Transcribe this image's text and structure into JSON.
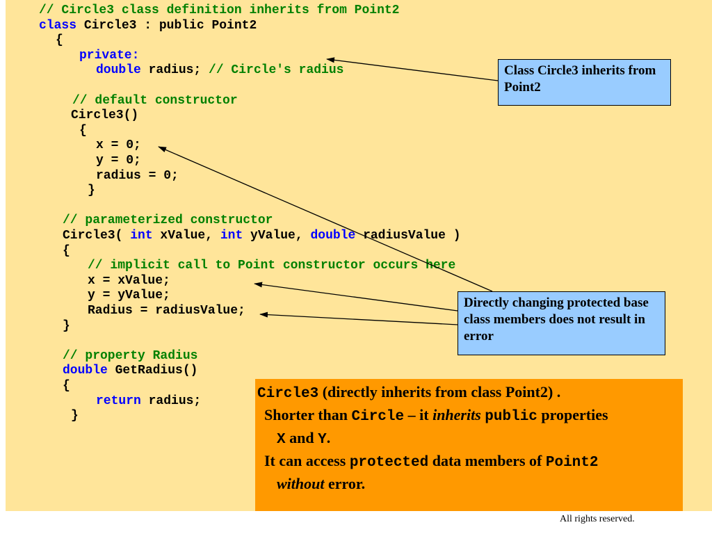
{
  "code": {
    "lines": [
      {
        "indent": 56,
        "parts": [
          {
            "t": "// Circle3 class definition inherits from Point2",
            "c": "cm"
          }
        ]
      },
      {
        "indent": 56,
        "parts": [
          {
            "t": "class",
            "c": "kw"
          },
          {
            "t": " Circle3 : public Point2",
            "c": ""
          }
        ]
      },
      {
        "indent": 80,
        "parts": [
          {
            "t": "{",
            "c": ""
          }
        ]
      },
      {
        "indent": 114,
        "parts": [
          {
            "t": "private:",
            "c": "kw"
          }
        ]
      },
      {
        "indent": 138,
        "parts": [
          {
            "t": "double",
            "c": "kw"
          },
          {
            "t": " radius; ",
            "c": ""
          },
          {
            "t": "// Circle's radius",
            "c": "cm"
          }
        ]
      },
      {
        "indent": 0,
        "parts": []
      },
      {
        "indent": 104,
        "parts": [
          {
            "t": "// default constructor",
            "c": "cm"
          }
        ]
      },
      {
        "indent": 102,
        "parts": [
          {
            "t": "Circle3()",
            "c": ""
          }
        ]
      },
      {
        "indent": 114,
        "parts": [
          {
            "t": "{",
            "c": ""
          }
        ]
      },
      {
        "indent": 138,
        "parts": [
          {
            "t": "x = 0;",
            "c": ""
          }
        ]
      },
      {
        "indent": 138,
        "parts": [
          {
            "t": "y = 0;",
            "c": ""
          }
        ]
      },
      {
        "indent": 138,
        "parts": [
          {
            "t": "radius = 0;",
            "c": ""
          }
        ]
      },
      {
        "indent": 126,
        "parts": [
          {
            "t": "}",
            "c": ""
          }
        ]
      },
      {
        "indent": 0,
        "parts": []
      },
      {
        "indent": 90,
        "parts": [
          {
            "t": "// parameterized constructor",
            "c": "cm"
          }
        ]
      },
      {
        "indent": 90,
        "parts": [
          {
            "t": "Circle3( ",
            "c": ""
          },
          {
            "t": "int",
            "c": "kw"
          },
          {
            "t": " xValue, ",
            "c": ""
          },
          {
            "t": "int",
            "c": "kw"
          },
          {
            "t": " yValue, ",
            "c": ""
          },
          {
            "t": "double",
            "c": "kw"
          },
          {
            "t": " radiusValue )",
            "c": ""
          }
        ]
      },
      {
        "indent": 90,
        "parts": [
          {
            "t": "{",
            "c": ""
          }
        ]
      },
      {
        "indent": 126,
        "parts": [
          {
            "t": "// implicit call to Point constructor occurs here",
            "c": "cm"
          }
        ]
      },
      {
        "indent": 126,
        "parts": [
          {
            "t": "x = xValue;",
            "c": ""
          }
        ]
      },
      {
        "indent": 126,
        "parts": [
          {
            "t": "y = yValue;",
            "c": ""
          }
        ]
      },
      {
        "indent": 126,
        "parts": [
          {
            "t": "Radius = radiusValue;",
            "c": ""
          }
        ]
      },
      {
        "indent": 90,
        "parts": [
          {
            "t": "}",
            "c": ""
          }
        ]
      },
      {
        "indent": 0,
        "parts": []
      },
      {
        "indent": 90,
        "parts": [
          {
            "t": "// property Radius",
            "c": "cm"
          }
        ]
      },
      {
        "indent": 90,
        "parts": [
          {
            "t": "double",
            "c": "kw"
          },
          {
            "t": " GetRadius()",
            "c": ""
          }
        ]
      },
      {
        "indent": 90,
        "parts": [
          {
            "t": "{",
            "c": ""
          }
        ]
      },
      {
        "indent": 138,
        "parts": [
          {
            "t": "return",
            "c": "kw"
          },
          {
            "t": " radius;",
            "c": ""
          }
        ]
      },
      {
        "indent": 102,
        "parts": [
          {
            "t": "}",
            "c": ""
          }
        ]
      }
    ]
  },
  "callouts": {
    "inherits": "Class Circle3 inherits from Point2",
    "protected": "Directly changing protected base class members does not result in error"
  },
  "note": {
    "line1_code": "Circle3",
    "line1_text": " (directly inherits from class Point2) .",
    "line2_a": "Shorter than ",
    "line2_code1": "Circle",
    "line2_b": " – it ",
    "line2_em": "inherits",
    "line2_c": " ",
    "line2_code2": "public",
    "line2_d": " properties",
    "line3_code1": "X",
    "line3_a": " and ",
    "line3_code2": "Y",
    "line3_b": ".",
    "line4_a": "It can access ",
    "line4_code1": "protected",
    "line4_b": "  data members of  ",
    "line4_code2": "Point2",
    "line5_em": "without",
    "line5_a": "  error."
  },
  "footer": "All rights reserved.",
  "colors": {
    "slide_bg": "#FFE59A",
    "keyword": "#0000FF",
    "comment": "#008000",
    "callout_bg": "#99CCFF",
    "note_bg": "#FF9900"
  }
}
